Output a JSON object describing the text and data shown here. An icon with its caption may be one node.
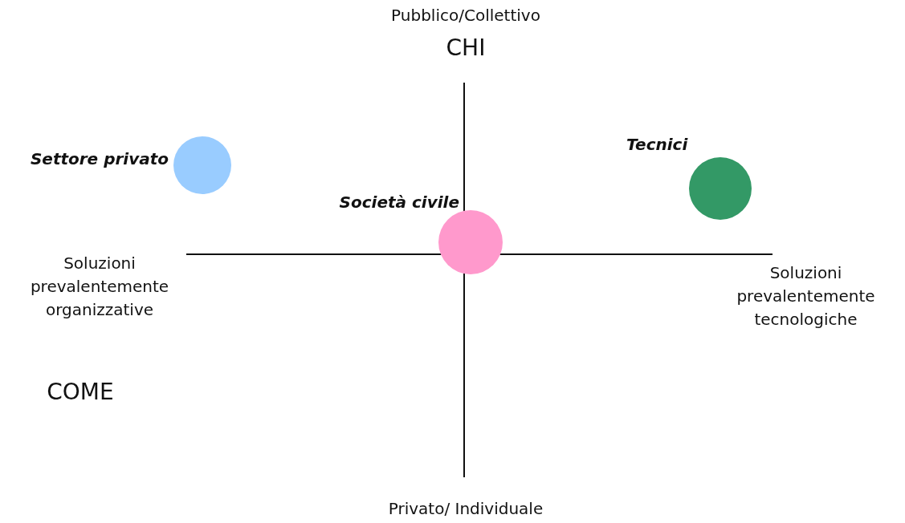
{
  "diagram": {
    "nodes": [
      {
        "text": [],
        "shape": "circle",
        "beside": [
          "Settore privato"
        ]
      },
      {
        "text": [],
        "shape": "circle",
        "beside": [
          "Tecnici"
        ]
      },
      {
        "text": [],
        "shape": "circle",
        "beside": [
          "Società civile"
        ]
      }
    ],
    "labels": [
      "Pubblico/Collettivo",
      "CHI",
      "Soluzioni prevalentemente organizzative",
      "Soluzioni prevalentemente tecnologiche",
      "COME",
      "Privato/ Individuale"
    ]
  }
}
